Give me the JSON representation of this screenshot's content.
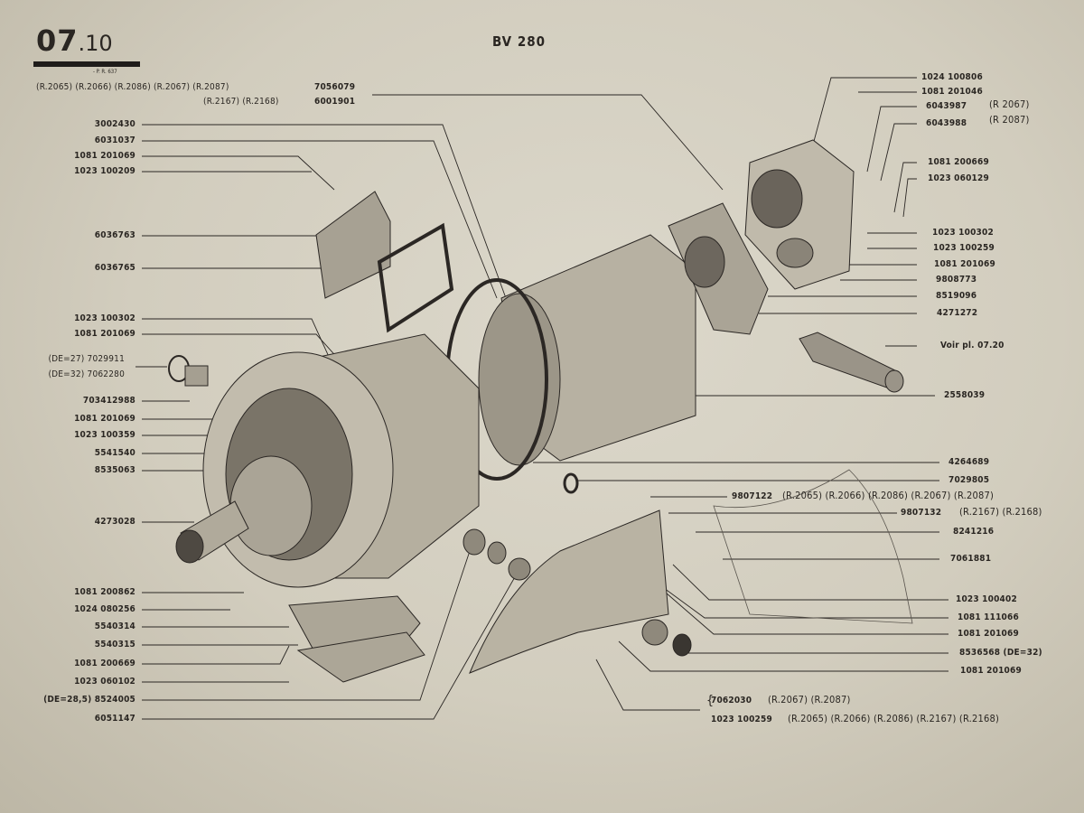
{
  "header": {
    "page_major": "07",
    "page_minor": ".10",
    "page_ref": "- P. R. 637",
    "title": "BV 280"
  },
  "top_callout": {
    "line1_refs": "(R.2065) (R.2066) (R.2086) (R.2067) (R.2087)",
    "line1_part": "7056079",
    "line2_refs": "(R.2167) (R.2168)",
    "line2_part": "6001901"
  },
  "left_labels": [
    "3002430",
    "6031037",
    "1081 201069",
    "1023 100209",
    "6036763",
    "6036765",
    "1023 100302",
    "1081 201069",
    "(DE=27) 7029911",
    "(DE=32) 7062280",
    "703412988",
    "1081 201069",
    "1023 100359",
    "5541540",
    "8535063",
    "4273028",
    "1081 200862",
    "1024 080256",
    "5540314",
    "5540315",
    "1081 200669",
    "1023 060102",
    "(DE=28,5) 8524005",
    "6051147"
  ],
  "right_labels": [
    "1024 100806",
    "1081 201046",
    "6043987",
    "6043988",
    "(R 2067)",
    "(R 2087)",
    "1081 200669",
    "1023 060129",
    "1023 100302",
    "1023 100259",
    "1081 201069",
    "9808773",
    "8519096",
    "4271272",
    "Voir pl. 07.20",
    "2558039",
    "4264689",
    "7029805",
    "8241216",
    "7061881",
    "1023 100402",
    "1081 111066",
    "1081 201069",
    "8536568 (DE=32)",
    "1081 201069"
  ],
  "mid_callouts": {
    "a_part": "9807122",
    "a_refs": "(R.2065) (R.2066) (R.2086) (R.2067) (R.2087)",
    "b_part": "9807132",
    "b_refs": "(R.2167) (R.2168)"
  },
  "bottom_callout": {
    "line1_part": "7062030",
    "line1_refs": "(R.2067) (R.2087)",
    "line2_part": "1023 100259",
    "line2_refs": "(R.2065) (R.2066) (R.2086) (R.2167) (R.2168)"
  }
}
